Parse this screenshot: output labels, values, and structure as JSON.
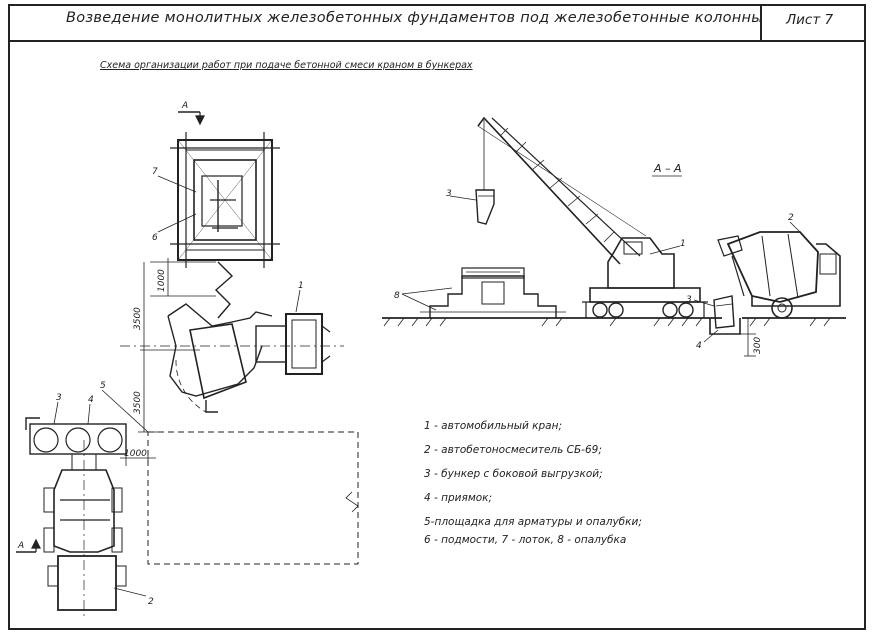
{
  "title": "Возведение  монолитных  железобетонных  фундаментов  под железобетонные  колонны",
  "sheet_label": "Лист  7",
  "subtitle": "Схема организации работ при подаче бетонной смеси краном в бункерах",
  "section_label": "А – А",
  "section_mark_top": "А",
  "section_mark_bottom": "А",
  "dimensions": {
    "d1000_vertical": "1000",
    "d3500_upper": "3500",
    "d3500_lower": "3500",
    "d1000_horizontal": "1000",
    "d300": "300"
  },
  "callouts": {
    "plan_7": "7",
    "plan_6": "6",
    "plan_1": "1",
    "plan_3": "3",
    "plan_4": "4",
    "plan_5": "5",
    "plan_2": "2",
    "sec_3_top": "3",
    "sec_8": "8",
    "sec_1": "1",
    "sec_2": "2",
    "sec_3": "3",
    "sec_4": "4"
  },
  "legend": [
    "1  -  автомобильный  кран;",
    "2  -  автобетоносмеситель  СБ-69;",
    "3 - бункер с боковой выгрузкой;",
    "4 - приямок;",
    "5-площадка  для   арматуры и опалубки;",
    "6 - подмости,  7 - лоток, 8 - опалубка"
  ]
}
